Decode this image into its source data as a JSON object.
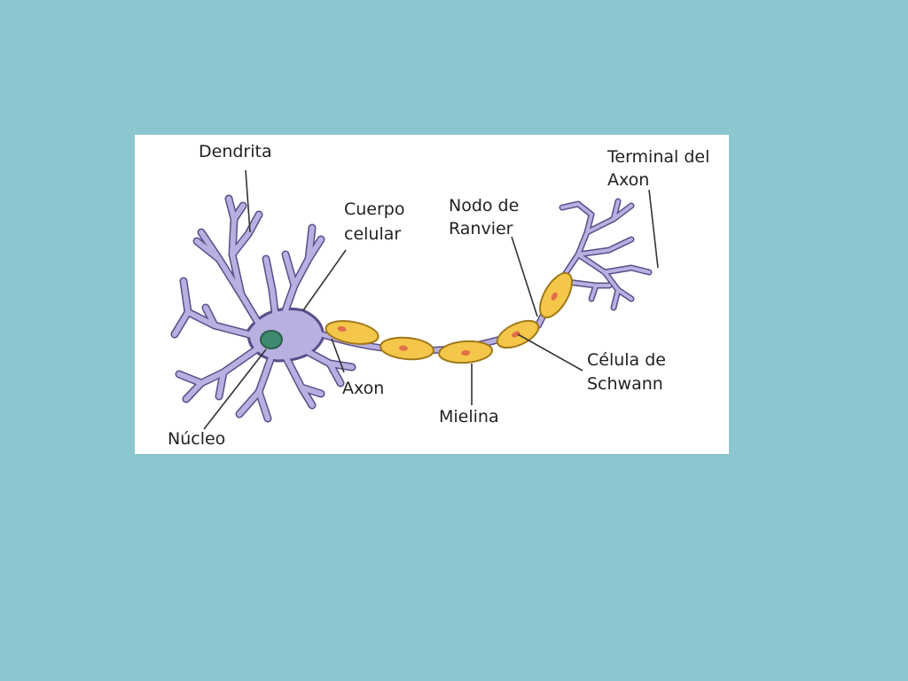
{
  "labels": {
    "dendrite": "Dendrita",
    "cell_body_1": "Cuerpo",
    "cell_body_2": "celular",
    "nucleus": "Núcleo",
    "axon": "Axon",
    "myelin": "Mielina",
    "node_1": "Nodo de",
    "node_2": "Ranvier",
    "schwann_1": "Célula de",
    "schwann_2": "Schwann",
    "terminal_1": "Terminal del",
    "terminal_2": "Axon"
  },
  "colors": {
    "background": "#8cc6cf",
    "neuron": "#b8b0e0",
    "outline": "#5a4d8a",
    "nucleus": "#3d8a6e",
    "myelin": "#f4c64a",
    "myelin_outline": "#a0781a",
    "schwann_nucleus": "#e0704a"
  }
}
